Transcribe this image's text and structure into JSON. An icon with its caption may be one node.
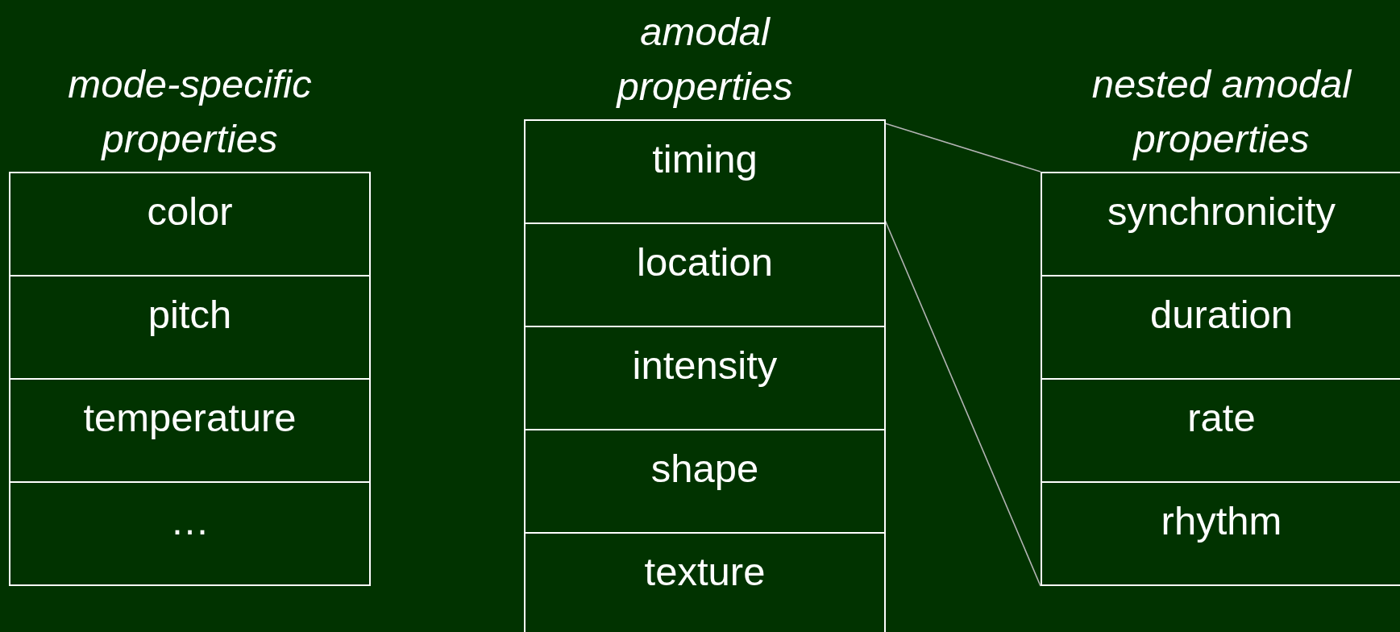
{
  "diagram": {
    "nodes": [
      {
        "text": [
          "mode-specific properties"
        ]
      },
      {
        "text": [
          "color"
        ],
        "in": 0
      },
      {
        "text": [
          "pitch"
        ],
        "in": 0
      },
      {
        "text": [
          "temperature"
        ],
        "in": 0
      },
      {
        "text": [
          "…"
        ],
        "in": 0
      },
      {
        "text": [
          "amodal properties"
        ]
      },
      {
        "text": [
          "timing"
        ],
        "in": 5
      },
      {
        "text": [
          "location"
        ],
        "in": 5
      },
      {
        "text": [
          "intensity"
        ],
        "in": 5
      },
      {
        "text": [
          "shape"
        ],
        "in": 5
      },
      {
        "text": [
          "texture"
        ],
        "in": 5
      },
      {
        "text": [
          "nested amodal properties"
        ]
      },
      {
        "text": [
          "synchronicity"
        ],
        "in": 11
      },
      {
        "text": [
          "duration"
        ],
        "in": 11
      },
      {
        "text": [
          "rate"
        ],
        "in": 11
      },
      {
        "text": [
          "rhythm"
        ],
        "in": 11
      }
    ],
    "edges": [
      {
        "from": 6,
        "to": 11,
        "arrow": "none"
      },
      {
        "from": 6,
        "to": 11,
        "arrow": "none"
      }
    ]
  }
}
